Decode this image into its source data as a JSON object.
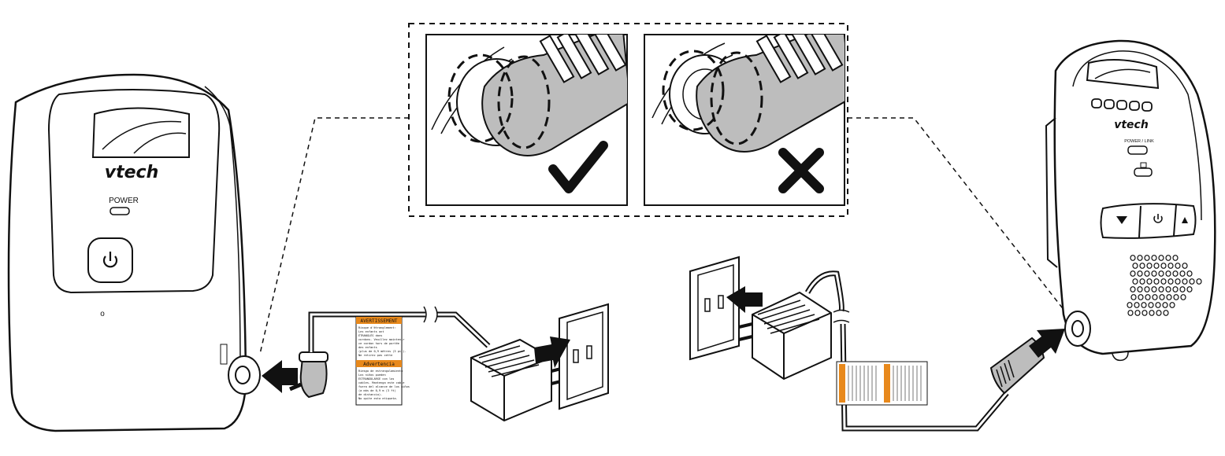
{
  "parent_unit": {
    "brand": "vtech",
    "power_button_label": "POWER / LINK"
  },
  "baby_unit": {
    "brand": "vtech",
    "power_label": "POWER",
    "small_mark": "o"
  },
  "warning_label_left": {
    "heading_1": "AVERTISSEMENT",
    "lines_1": [
      "Risque d'étranglement:",
      "Les enfants ont",
      "ÉTRANGLÉS dans",
      "cordons. Veuillez maintenir",
      "ce cordon hors de portée",
      "des enfants",
      "(plus de 0,9 mètres (3 pi)).",
      "Ne retirez pas cette"
    ],
    "heading_2": "Advertencia",
    "lines_2": [
      "Riesgo de estrangulamiento",
      "Los niños pueden",
      "ESTRANGULARSE con los",
      "cables. Mantenga este cable",
      "fuera del alcance de los niños",
      "(a más de 0,9 m (3 ft)",
      "de distancia).",
      "No quite esta etiqueta."
    ]
  },
  "colors": {
    "line": "#111111",
    "plug_fill": "#bdbdbd",
    "warning_orange": "#e8891c",
    "black_arrow": "#111111"
  },
  "icons": [
    "checkmark-icon",
    "x-mark-icon",
    "power-icon",
    "down-arrow-icon",
    "up-arrow-icon"
  ]
}
